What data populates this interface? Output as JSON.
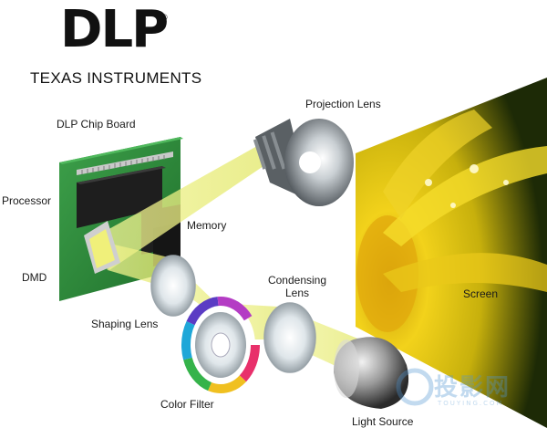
{
  "logo": {
    "mark_text": "DLP",
    "registered_symbol": "®",
    "brand_text": "TEXAS INSTRUMENTS"
  },
  "labels": {
    "chip_board": "DLP Chip Board",
    "processor": "Processor",
    "memory": "Memory",
    "dmd": "DMD",
    "projection_lens": "Projection Lens",
    "screen": "Screen",
    "shaping_lens": "Shaping Lens",
    "condensing_lens_line1": "Condensing",
    "condensing_lens_line2": "Lens",
    "color_filter": "Color Filter",
    "light_source": "Light Source"
  },
  "watermark": {
    "text": "投影网",
    "subtext": "TOUYING.COM"
  },
  "colors": {
    "board_green": "#2e8b3a",
    "light_beam": "#e8ec6a",
    "chip_black": "#1e1e1e",
    "petal_yellow": "#f2d21b"
  }
}
